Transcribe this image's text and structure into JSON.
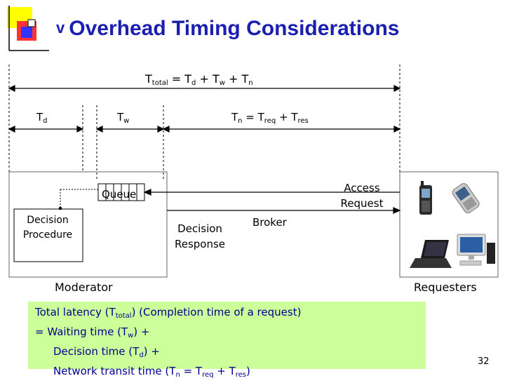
{
  "title": {
    "bullet": "v",
    "text": "Overhead Timing Considerations"
  },
  "timing": {
    "total_T": "T",
    "total_sub": "total",
    "total_rest_1": " = T",
    "total_d_sub": "d",
    "total_rest_2": " + T",
    "total_w_sub": "w",
    "total_rest_3": " + T",
    "total_n_sub": "n",
    "td_T": "T",
    "td_sub": "d",
    "tw_T": "T",
    "tw_sub": "w",
    "tn_T": "T",
    "tn_sub": "n",
    "tn_rest_1": " = T",
    "tn_req_sub": "req",
    "tn_rest_2": " + T",
    "tn_res_sub": "res"
  },
  "labels": {
    "queue": "Queue",
    "decision_procedure_1": "Decision",
    "decision_procedure_2": "Procedure",
    "decision_response_1": "Decision",
    "decision_response_2": "Response",
    "broker": "Broker",
    "access_request_1": "Access",
    "access_request_2": "Request",
    "moderator": "Moderator",
    "requesters": "Requesters"
  },
  "summary": {
    "line1_a": "Total latency (T",
    "line1_sub": "total",
    "line1_b": ") (Completion time of a request)",
    "line2_a": "= Waiting time (T",
    "line2_sub": "w",
    "line2_b": ") +",
    "line3_a": "Decision time (T",
    "line3_sub": "d",
    "line3_b": ") +",
    "line4_a": "Network transit time (T",
    "line4_sub": "n",
    "line4_b": " = T",
    "line4_sub2": "req",
    "line4_c": " + T",
    "line4_sub3": "res",
    "line4_d": ")"
  },
  "page_number": "32",
  "colors": {
    "title": "#1b1fb0",
    "summary_bg": "#ccff99",
    "summary_text": "#00008b"
  },
  "icons": [
    "decorative-squares-icon",
    "cell-phone-icon",
    "flip-phone-icon",
    "laptop-icon",
    "desktop-computer-icon"
  ]
}
